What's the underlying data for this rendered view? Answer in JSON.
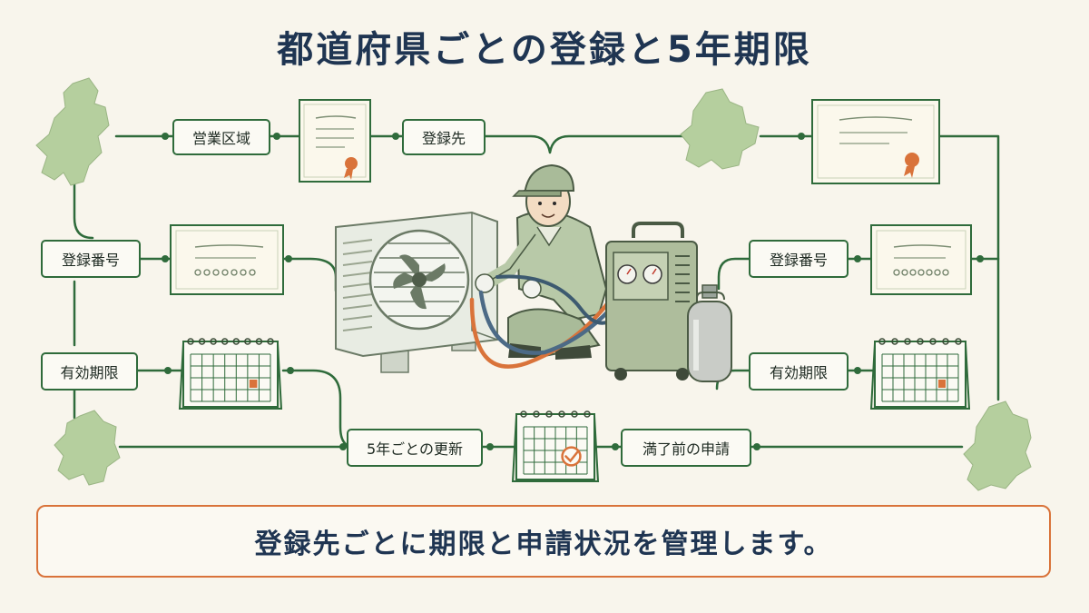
{
  "title": "都道府県ごとの登録と5年期限",
  "labels": {
    "area": "営業区域",
    "registered_to": "登録先",
    "reg_number_left": "登録番号",
    "reg_number_right": "登録番号",
    "expiry_left": "有効期限",
    "expiry_right": "有効期限",
    "renewal": "5年ごとの更新",
    "pre_expiry": "満了前の申請"
  },
  "footer": "登録先ごとに期限と申請状況を管理します。",
  "colors": {
    "line": "#2f6b3b",
    "accent": "#d9733a",
    "map": "#b5cf9e",
    "title": "#1f3552"
  }
}
